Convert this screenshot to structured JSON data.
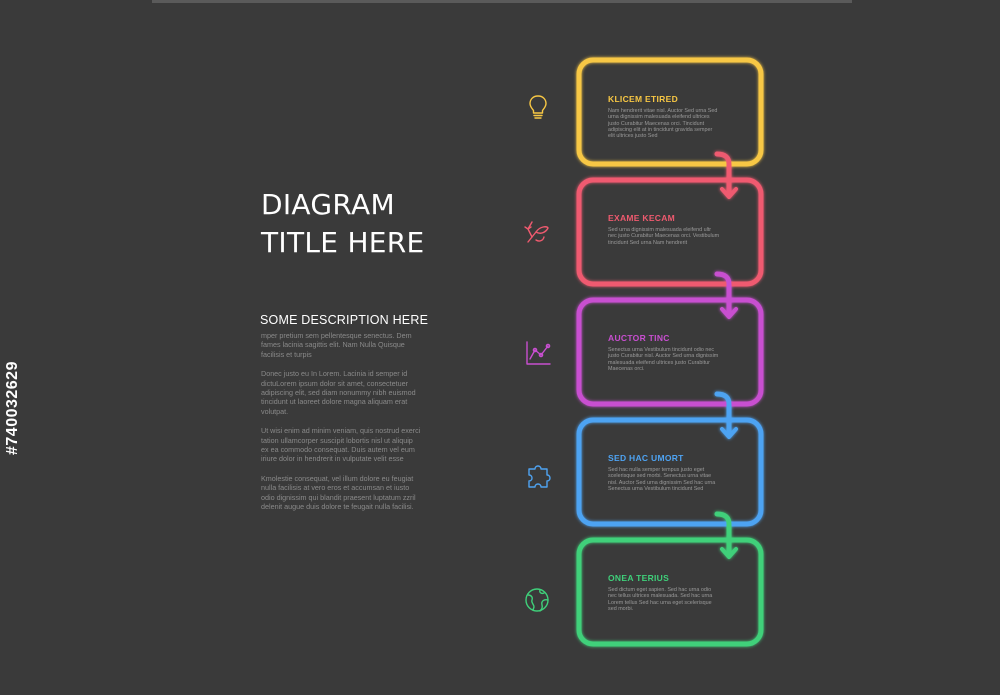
{
  "title_lines": [
    "DIAGRAM",
    "TITLE HERE"
  ],
  "description": {
    "heading": "SOME DESCRIPTION HERE",
    "paragraphs": [
      "mper pretium sem pellentesque senectus. Dem fames lacinia sagittis elit. Nam Nulla Quisque facilisis et turpis",
      "Donec justo eu In Lorem. Lacinia id semper id dictuLorem ipsum dolor sit amet, consectetuer adipiscing elit, sed diam nonummy nibh euismod tincidunt ut laoreet dolore magna aliquam erat volutpat.",
      "Ut wisi enim ad minim veniam, quis nostrud exerci tation ullamcorper suscipit lobortis nisl ut aliquip ex ea commodo consequat. Duis autem vel eum iriure dolor in hendrerit in vulputate velit esse",
      "Kmolestie consequat, vel illum dolore eu feugiat nulla facilisis at vero eros et accumsan et iusto odio dignissim qui blandit praesent luptatum zzril delenit augue duis dolore te feugait nulla facilisi."
    ]
  },
  "steps": [
    {
      "title": "KLICEM ETIRED",
      "color": "#f7c744",
      "icon": "lightbulb-icon",
      "text": "Nam hendrerit vitae nisl. Auctor Sed urna Sed urna dignissim malesuada eleifend ultrices justo Curabitur Maecenas orci. Tincidunt adipiscing elit at in tincidunt gravida semper elit ultrices justo Sed"
    },
    {
      "title": "EXAME KECAM",
      "color": "#ef5a6f",
      "icon": "leaf-arrows-icon",
      "text": "Sed urna dignissim malesuada eleifend ultr nec justo Curabitur Maecenas orci. Vestibulum tincidunt Sed urna Nam hendrerit"
    },
    {
      "title": "AUCTOR TINC",
      "color": "#c84fd0",
      "icon": "line-chart-icon",
      "text": "Senectus urna Vestibulum tincidunt odio nec justo Curabitur nisl. Auctor Sed urna dignissim malesuada eleifend ultrices justo Curabitur Maecenas orci."
    },
    {
      "title": "SED HAC UMORT",
      "color": "#4ea3f2",
      "icon": "puzzle-piece-icon",
      "text": "Sed hac nulla semper tempus justo eget scelerisque sed morbi. Senectus urna vitae nisl. Auctor Sed urna dignissim Sed hac urna Senectus urna Vestibulum tincidunt Sed"
    },
    {
      "title": "ONEA TERIUS",
      "color": "#3fd07a",
      "icon": "globe-icon",
      "text": "Sed dictum eget sapien. Sed hac urna odio nec tellus ultrices malesuada. Sed hac urna Lorem tellus Sed hac urna eget scelerisque sed morbi."
    }
  ],
  "watermark": "#740032629"
}
